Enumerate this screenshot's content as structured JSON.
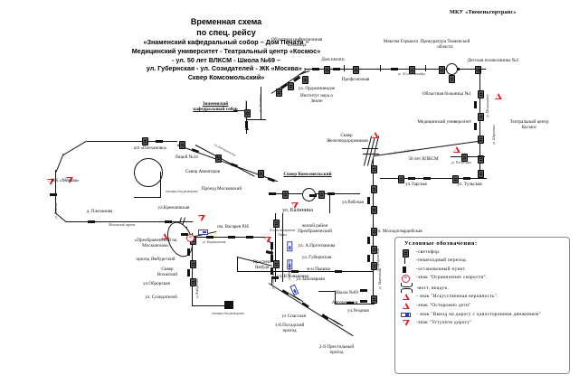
{
  "header": {
    "org": "МКУ «Тюменьгортранс»",
    "title_lines": [
      "Временная схема",
      "по спец. рейсу"
    ],
    "route_lines": [
      "«Знаменский кафедральный собор – Дом Печати –",
      "Медицинский университет - Театральный центр «Космос»",
      "- ул. 50 лет ВЛКСМ - Школа №69 –",
      "ул. Губернская - ул. Созидателей - ЖК «Москва» -",
      "Сквер Комсомольский»"
    ]
  },
  "legend": {
    "title": "Условные обозначения:",
    "items": [
      {
        "icon": "traffic-light-icon",
        "text": "-светофор."
      },
      {
        "icon": "pedestrian-crossing-icon",
        "text": "-пешеходный переход."
      },
      {
        "icon": "bus-stop-icon",
        "text": "-остановочный пункт."
      },
      {
        "icon": "speed-limit-sign-icon",
        "text": "-знак \"Ограничение скорости\".",
        "value": "40"
      },
      {
        "icon": "bridge-icon",
        "text": "-мост, виадук."
      },
      {
        "icon": "speed-bump-sign-icon",
        "text": "- знак \"Искусственная неровность\"."
      },
      {
        "icon": "children-sign-icon",
        "text": "-знак \"Осторожно дети\""
      },
      {
        "icon": "one-way-exit-sign-icon",
        "text": "- знак \"Выезд на дорогу с односторонним движением\""
      },
      {
        "icon": "give-way-sign-icon",
        "text": "-знак \"Уступите дорогу\""
      }
    ]
  },
  "map": {
    "landmarks": [
      {
        "name": "oblastnaya-infekcionnaya-bolnica",
        "text": "Областная инфекционная больница"
      },
      {
        "name": "dom-pechati",
        "text": "Дом печати"
      },
      {
        "name": "maksim-gorkogo",
        "text": "Максим Горького"
      },
      {
        "name": "prokuratura",
        "text": "Прокуратура Тюменской области"
      },
      {
        "name": "detskaya-poliklinika-2",
        "text": "Детская поликлиника №2"
      },
      {
        "name": "profsoyuznaya",
        "text": "Профсоюзная"
      },
      {
        "name": "ul-ordzhonikidze",
        "text": "ул. Орджоникидзе"
      },
      {
        "name": "institut-nauk-o-zemle",
        "text": "Институт наук о Земле"
      },
      {
        "name": "oblastnaya-bolnica-1",
        "text": "Областная больница №1"
      },
      {
        "name": "medicinskiy-universitet",
        "text": "Медицинский университет"
      },
      {
        "name": "teatralnyy-centr-kosmos",
        "text": "Театральный центр Космос"
      },
      {
        "name": "50-let-vlksm",
        "text": "50 лет ВЛКСМ"
      },
      {
        "name": "ul-tarskaya",
        "text": "ул.Тарская"
      },
      {
        "name": "ul-tulskaya",
        "text": "ул. Тульская"
      },
      {
        "name": "znamenskiy-sobor",
        "text": "Знаменский кафедральный собор"
      },
      {
        "name": "ap-plekhanovo",
        "text": "а/п «Плеханово»"
      },
      {
        "name": "licey-34",
        "text": "Лицей №34"
      },
      {
        "name": "skver-aviatorov",
        "text": "Сквер Авиаторов"
      },
      {
        "name": "zhk-moskva",
        "text": "ЖК «Москва»"
      },
      {
        "name": "d-plekhanova",
        "text": "д. Плеханова"
      },
      {
        "name": "ul-kremlevskaya",
        "text": "ул.Кремлевская"
      },
      {
        "name": "proezd-moskovskiy",
        "text": "Проезд Московский"
      },
      {
        "name": "skver-komsomolskiy",
        "text": "Сквер Комсомольский"
      },
      {
        "name": "ul-kalinina",
        "text": "ул. Калинина"
      },
      {
        "name": "skver-zheleznodorozhnikov",
        "text": "Сквер Железнодорожников"
      },
      {
        "name": "ul-rabochaya",
        "text": "ул.Рабочая"
      },
      {
        "name": "ul-molodogvardeyskaya",
        "text": "ул. Молодогвардейская"
      },
      {
        "name": "preobrazhenskiy-na-moskovskom",
        "text": "«Преображенский на Московском»"
      },
      {
        "name": "proezd-yamburgskiy",
        "text": "проезд Ямбургский"
      },
      {
        "name": "pm-vagarev",
        "text": "пм. Вагарев Р.Н."
      },
      {
        "name": "alleya-veteranov",
        "text": "Аллея ветеранов Лыжа"
      },
      {
        "name": "prospekt-yamburg",
        "text": "Проспект Ямбург"
      },
      {
        "name": "skver-volzhskiy",
        "text": "Сквер Волжский"
      },
      {
        "name": "ul-obdorskaya",
        "text": "ул.Обдорская"
      },
      {
        "name": "ul-sozidateley",
        "text": "ул. Созидателей"
      },
      {
        "name": "ul-zapolyarnaya",
        "text": "ул.Заполярная"
      },
      {
        "name": "zhiloy-rayon-preobrazhenskiy",
        "text": "жилой район Преображенский"
      },
      {
        "name": "ul-a-protozanova",
        "text": "ул. А.Протозанова"
      },
      {
        "name": "ul-gubernskaya",
        "text": "ул. Губернская"
      },
      {
        "name": "mn-pyshma",
        "text": "м-н Пышма"
      },
      {
        "name": "ul-v-bovanenko",
        "text": "ул. В.Бованенко"
      },
      {
        "name": "shkola-69",
        "text": "Школа №69"
      },
      {
        "name": "avtokemping",
        "text": "Автокемпинг"
      },
      {
        "name": "ul-spasskaya",
        "text": "ул Спасская"
      },
      {
        "name": "ul-uezdnaya",
        "text": "ул.Уездная"
      },
      {
        "name": "1-posadskiy-proezd",
        "text": "1-й Посадский проезд"
      },
      {
        "name": "2-prestolnyy-proezd",
        "text": "2-й Престольный проезд"
      }
    ],
    "street_labels": [
      {
        "name": "ul-50-let-oktyabrya",
        "text": "ул. 50 лет Октября"
      },
      {
        "name": "ul-respubliki",
        "text": "ул. Республики"
      },
      {
        "name": "ul-50-let-vlksm-street",
        "text": "ул. 50 лет ВЛКСМ"
      },
      {
        "name": "ul-dmitrievskaya",
        "text": "ул.Дмитриевская"
      },
      {
        "name": "ul-osipenko",
        "text": "ул. Осипенко"
      },
      {
        "name": "ul-kirovskaya",
        "text": "ул. Кировская"
      },
      {
        "name": "ul-shirotnaya",
        "text": "ул. Широтная"
      },
      {
        "name": "ul-mel-nikayte",
        "text": "ул. Мельникайте"
      },
      {
        "name": "ul-voykova",
        "text": "ул. Войкова"
      },
      {
        "name": "ul-moskovskiy-trakt",
        "text": "Московский тракт"
      },
      {
        "name": "ul-yamburg-vert",
        "text": "ул.Ямбургская"
      },
      {
        "name": "stoyanka-note-1",
        "text": "стоянка для разворота"
      },
      {
        "name": "stoyanka-note-2",
        "text": "стоянка для разворота"
      },
      {
        "name": "ul-barnaulskaya",
        "text": "ул. Барнаульская"
      },
      {
        "name": "ul-gubernskaya-vert",
        "text": "ул. Губернская"
      },
      {
        "name": "ul-profsoyuznaya-vert",
        "text": "ул.Профсоюзная"
      },
      {
        "name": "ul-spasskaya-vert",
        "text": "ул. Спасская"
      },
      {
        "name": "ul-martynova",
        "text": "ул. Мартынова"
      }
    ]
  }
}
